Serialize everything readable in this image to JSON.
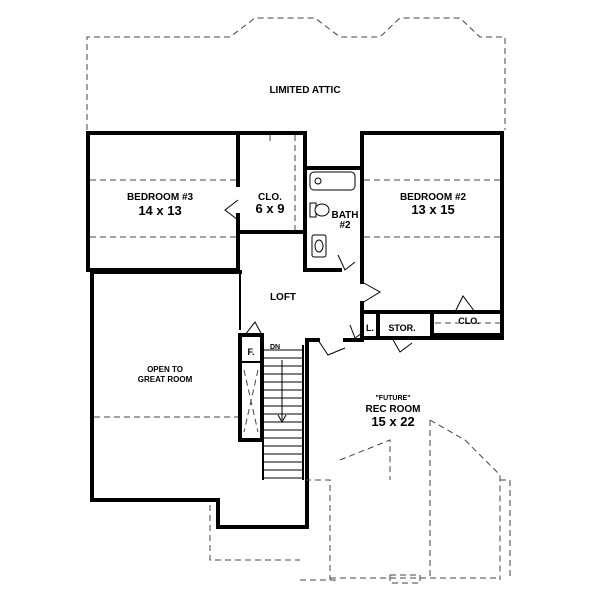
{
  "labels": {
    "limited_attic": "LIMITED ATTIC",
    "bedroom3_name": "BEDROOM #3",
    "bedroom3_size": "14 x 13",
    "clo_name": "CLO.",
    "clo_size": "6 x 9",
    "bath2_name": "BATH",
    "bath2_num": "#2",
    "bedroom2_name": "BEDROOM #2",
    "bedroom2_size": "13 x 15",
    "loft": "LOFT",
    "linen": "L.",
    "stor": "STOR.",
    "clo_bed2": "CLO.",
    "f": "F.",
    "dn": "DN",
    "open_to_line1": "OPEN TO",
    "open_to_line2": "GREAT ROOM",
    "rec_future": "\"FUTURE\"",
    "rec_name": "REC ROOM",
    "rec_size": "15 x 22"
  }
}
